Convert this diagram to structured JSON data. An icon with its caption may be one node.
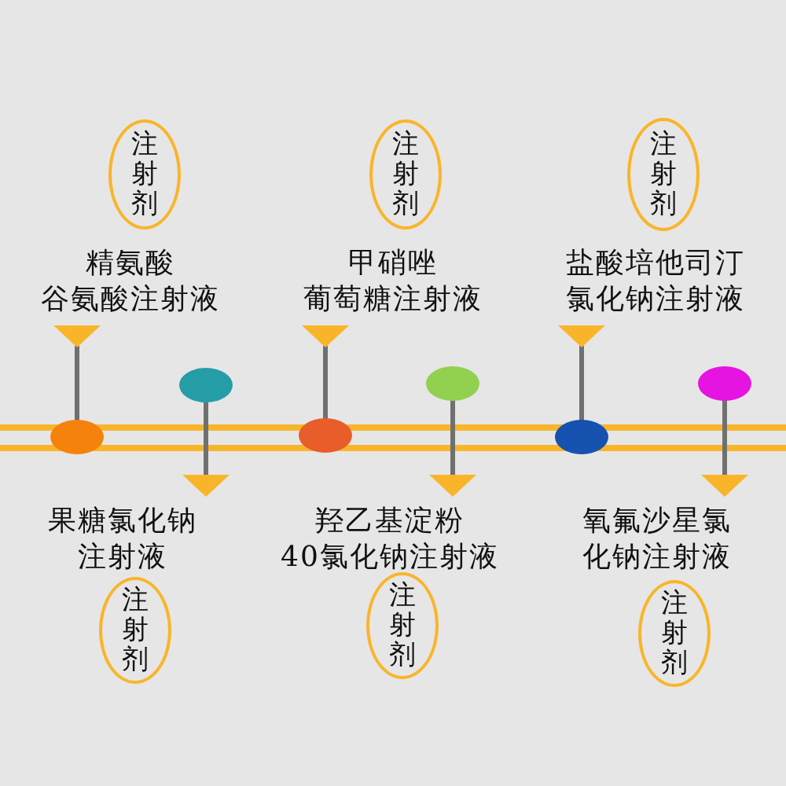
{
  "diagram": {
    "nodes": [
      {
        "text": [
          "注射剂"
        ],
        "beside": [
          "精氨酸谷氨酸注射液"
        ]
      },
      {
        "text": [
          "注射剂"
        ],
        "beside": [
          "甲硝唑葡萄糖注射液"
        ]
      },
      {
        "text": [
          "注射剂"
        ],
        "beside": [
          "盐酸培他司汀氯化钠注射液"
        ]
      },
      {
        "text": [
          "注射剂"
        ],
        "beside": [
          "果糖氯化钠注射液"
        ]
      },
      {
        "text": [
          "注射剂"
        ],
        "beside": [
          "羟乙基淀粉40氯化钠注射液"
        ]
      },
      {
        "text": [
          "注射剂"
        ],
        "beside": [
          "氧氟沙星氯化钠注射液"
        ]
      }
    ]
  }
}
